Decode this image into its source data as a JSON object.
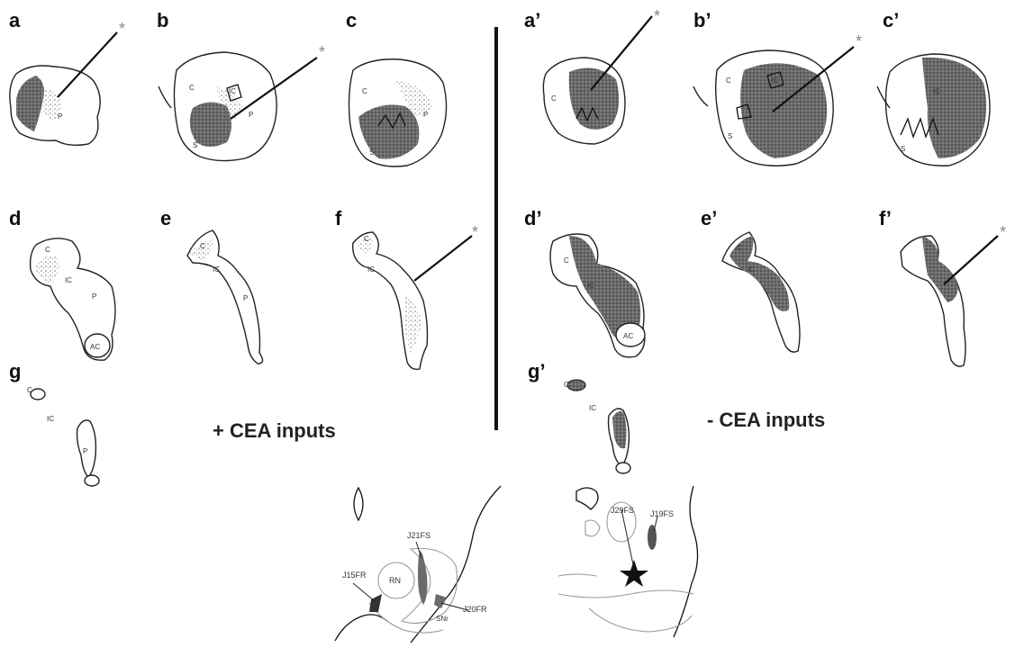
{
  "panels_left": [
    {
      "id": "a",
      "label": "a"
    },
    {
      "id": "b",
      "label": "b"
    },
    {
      "id": "c",
      "label": "c"
    },
    {
      "id": "d",
      "label": "d"
    },
    {
      "id": "e",
      "label": "e"
    },
    {
      "id": "f",
      "label": "f"
    },
    {
      "id": "g",
      "label": "g"
    }
  ],
  "panels_right": [
    {
      "id": "a-prime",
      "label": "a’"
    },
    {
      "id": "b-prime",
      "label": "b’"
    },
    {
      "id": "c-prime",
      "label": "c’"
    },
    {
      "id": "d-prime",
      "label": "d’"
    },
    {
      "id": "e-prime",
      "label": "e’"
    },
    {
      "id": "f-prime",
      "label": "f’"
    },
    {
      "id": "g-prime",
      "label": "g’"
    }
  ],
  "region_labels": {
    "caudate": "C",
    "putamen": "P",
    "internal_capsule": "IC",
    "septum": "S",
    "anterior_commissure": "AC"
  },
  "asterisk": "*",
  "group_labels": {
    "left": "+ CEA inputs",
    "right": "- CEA inputs"
  },
  "injections": {
    "left": [
      "J15FR",
      "J21FS",
      "J20FR"
    ],
    "right": [
      "J29FS",
      "J19FS"
    ]
  },
  "midbrain_labels": {
    "red_nucleus": "RN",
    "substantia_nigra": "SNr"
  },
  "colors": {
    "labeling_dense": "#555555",
    "labeling_light": "#8a8a8a",
    "outline": "#222222"
  }
}
